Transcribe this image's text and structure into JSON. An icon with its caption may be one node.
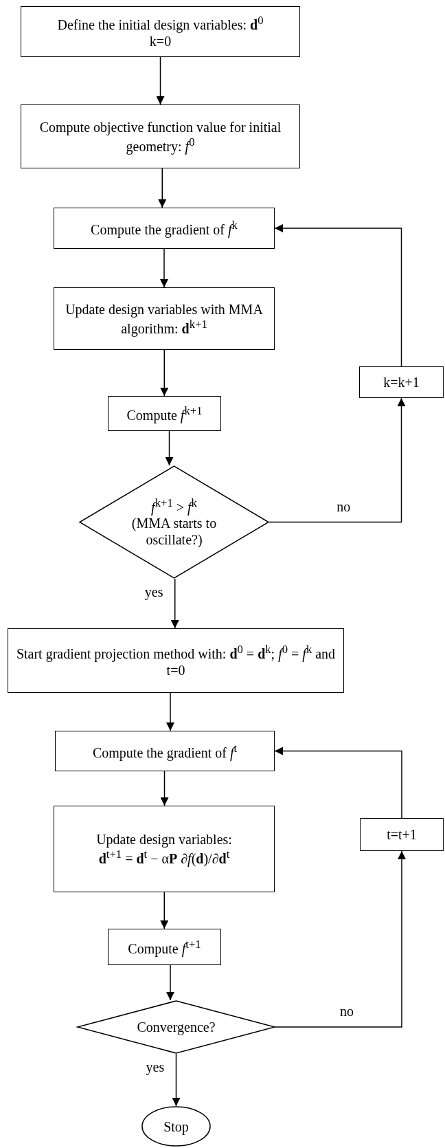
{
  "diagram": {
    "nodes": [
      {
        "text": [
          "Define the initial design variables: **d**$^{0}$",
          "k=0"
        ]
      },
      {
        "text": [
          "Compute objective function value for initial geometry: *f*$^{0}$"
        ]
      },
      {
        "text": [
          "Compute the gradient of *f*$^{k}$"
        ]
      },
      {
        "text": [
          "Update design variables with MMA algorithm: **d**$^{k+1}$"
        ]
      },
      {
        "text": [
          "Compute *f*$^{k+1}$"
        ]
      },
      {
        "text": [
          "*f*$^{k+1}$ > *f*$^{k}$",
          "(MMA starts to oscillate?)"
        ]
      },
      {
        "text": [
          "k=k+1"
        ]
      },
      {
        "text": [
          "Start gradient projection method with: **d**$^{0}$ = **d**$^{k}$; *f*$^{0}$ = *f*$^{k}$ and t=0"
        ]
      },
      {
        "text": [
          "Compute the gradient of *f*$^{t}$"
        ]
      },
      {
        "text": [
          "Update design variables:",
          "**d**$^{t+1}$ = **d**$^{t}$ − α**P** ∂*f*(**d**)/∂**d**$^{t}$"
        ]
      },
      {
        "text": [
          "Compute *f*$^{t+1}$"
        ]
      },
      {
        "text": [
          "Convergence?"
        ]
      },
      {
        "text": [
          "t=t+1"
        ]
      },
      {
        "text": [
          "Stop"
        ]
      }
    ],
    "edges": [
      {
        "from": 0,
        "to": 1,
        "arrow": "to"
      },
      {
        "from": 1,
        "to": 2,
        "arrow": "to"
      },
      {
        "from": 2,
        "to": 3,
        "arrow": "to"
      },
      {
        "from": 3,
        "to": 4,
        "arrow": "to"
      },
      {
        "from": 4,
        "to": 5,
        "arrow": "to"
      },
      {
        "from": 5,
        "to": 6,
        "arrow": "to",
        "label": "no"
      },
      {
        "from": 6,
        "to": 2,
        "arrow": "to"
      },
      {
        "from": 5,
        "to": 7,
        "arrow": "to",
        "label": "yes"
      },
      {
        "from": 7,
        "to": 8,
        "arrow": "to"
      },
      {
        "from": 8,
        "to": 9,
        "arrow": "to"
      },
      {
        "from": 9,
        "to": 10,
        "arrow": "to"
      },
      {
        "from": 10,
        "to": 11,
        "arrow": "to"
      },
      {
        "from": 11,
        "to": 12,
        "arrow": "to",
        "label": "no"
      },
      {
        "from": 12,
        "to": 8,
        "arrow": "to"
      },
      {
        "from": 11,
        "to": 13,
        "arrow": "to",
        "label": "yes"
      }
    ]
  }
}
